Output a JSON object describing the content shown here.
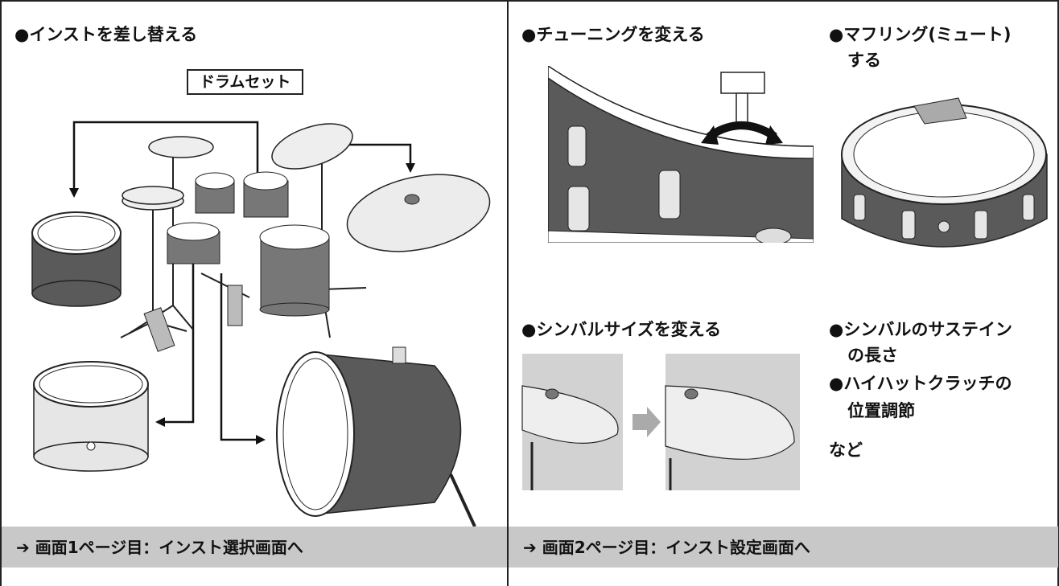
{
  "left": {
    "heading": "●インストを差し替える",
    "drum_set_label": "ドラムセット",
    "footer": "➔ 画面1ページ目：インスト選択画面へ"
  },
  "right": {
    "tuning_heading": "●チューニングを変える",
    "muffling_heading_line1": "●マフリング(ミュート)",
    "muffling_heading_line2": "する",
    "cymbal_size_heading": "●シンバルサイズを変える",
    "sustain_line1": "●シンバルのサステイン",
    "sustain_line2": "の長さ",
    "hihat_line1": "●ハイハットクラッチの",
    "hihat_line2": "位置調節",
    "etc": "など",
    "footer": "➔ 画面2ページ目：インスト設定画面へ"
  },
  "colors": {
    "footer_bg": "#c8c8c8",
    "shell_dark": "#5a5a5a",
    "shell_light": "#e6e6e6",
    "cymbal_panel_bg": "#d2d2d2",
    "cymbal": "#eeeeee"
  }
}
